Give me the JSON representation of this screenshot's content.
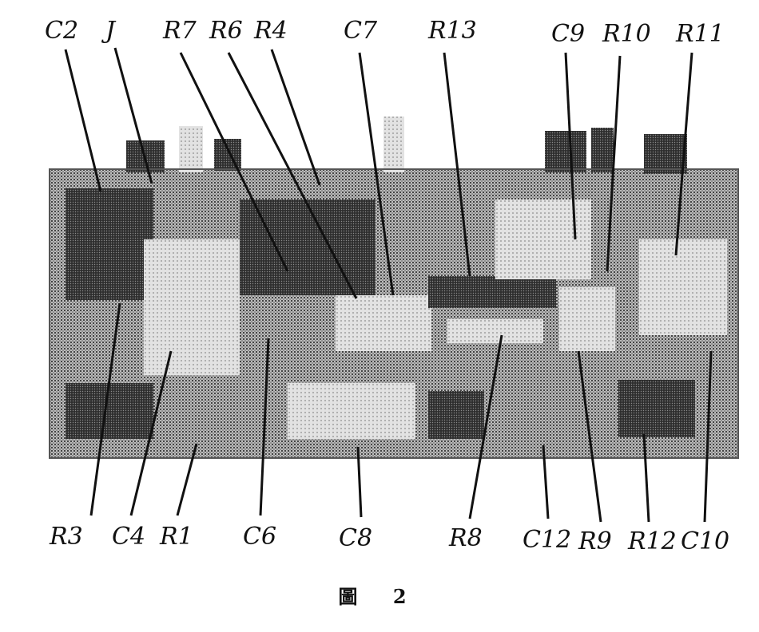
{
  "figure": {
    "caption": "圖 2",
    "labels_top": [
      "C2",
      "J",
      "R7",
      "R6",
      "R4",
      "C7",
      "R13",
      "C9",
      "R10",
      "R11"
    ],
    "labels_bottom": [
      "R3",
      "C4",
      "R1",
      "C6",
      "C8",
      "R8",
      "C12",
      "R9",
      "R12",
      "C10"
    ]
  }
}
